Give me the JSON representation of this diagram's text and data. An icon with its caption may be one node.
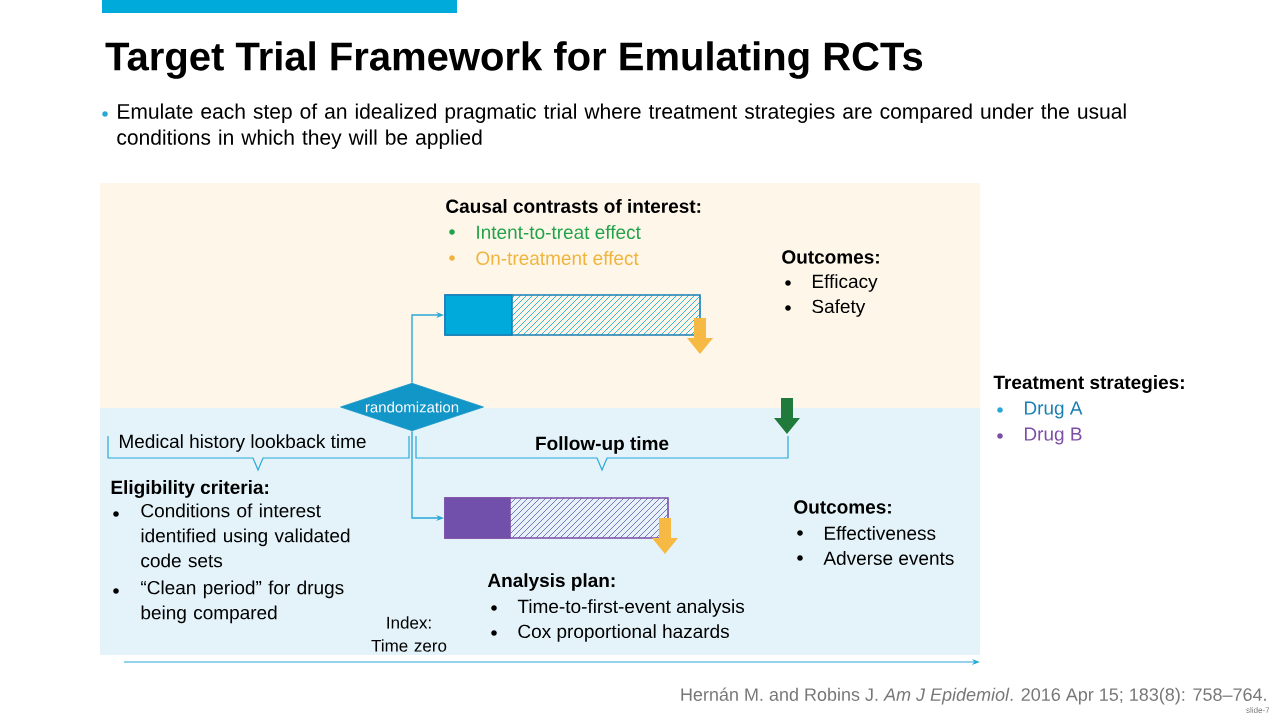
{
  "diagram": {
    "title": "Target Trial Framework for Emulating RCTs",
    "nodes": [
      {
        "text": [
          "randomization"
        ]
      },
      {
        "text": [],
        "shape": "bar"
      },
      {
        "text": [],
        "shape": "bar"
      }
    ],
    "edges": [
      {
        "from": 0,
        "to": 1,
        "arrow": "to"
      },
      {
        "from": 0,
        "to": 2,
        "arrow": "to"
      }
    ],
    "labels": [
      "Emulate each step of an idealized pragmatic trial where treatment strategies are compared under the usual conditions in which they will be applied",
      "Causal contrasts of interest:",
      "Intent-to-treat effect",
      "On-treatment effect",
      "Outcomes:",
      "Efficacy",
      "Safety",
      "Treatment strategies:",
      "Drug A",
      "Drug B",
      "Medical history lookback time",
      "Follow-up time",
      "Eligibility criteria:",
      "Conditions of interest identified using validated code sets",
      "“Clean period” for drugs being compared",
      "Outcomes:",
      "Effectiveness",
      "Adverse events",
      "Analysis plan:",
      "Time-to-first-event analysis",
      "Cox proportional hazards",
      "Index: Time zero",
      "Hernán M. and Robins J. *Am J Epidemiol*. 2016 Apr 15; 183(8): 758–764.",
      "slide-7"
    ]
  }
}
